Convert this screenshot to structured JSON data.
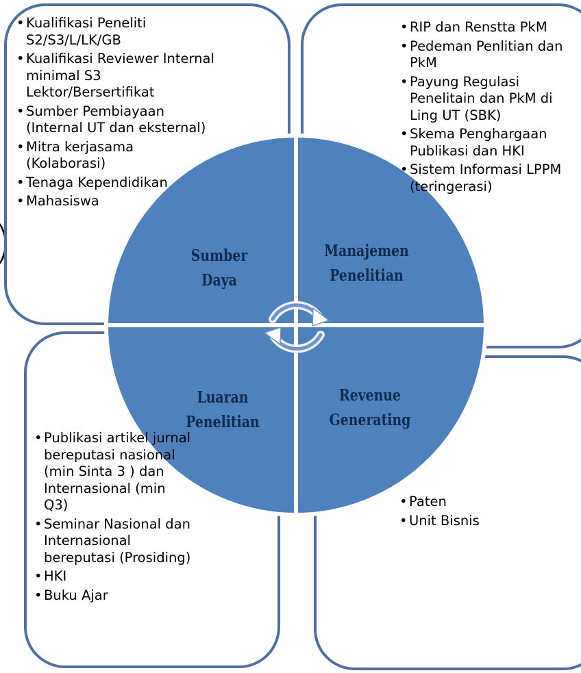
{
  "quadrants": {
    "sumber_daya": {
      "title_line1": "Sumber",
      "title_line2": "Daya",
      "items": [
        "Kualifikasi Peneliti S2/S3/L/LK/GB",
        "Kualifikasi Reviewer Internal minimal S3 Lektor/Bersertifikat",
        "Sumber Pembiayaan (Internal UT dan eksternal)",
        "Mitra kerjasama (Kolaborasi)",
        "Tenaga Kependidikan",
        "Mahasiswa"
      ]
    },
    "manajemen_penelitian": {
      "title_line1": "Manajemen",
      "title_line2": "Penelitian",
      "items": [
        "RIP dan Renstta PkM",
        "Pedeman Penlitian dan PkM",
        "Payung Regulasi Penelitain dan PkM di Ling UT (SBK)",
        "Skema Penghargaan Publikasi dan HKI",
        "Sistem Informasi LPPM (teringerasi)"
      ]
    },
    "luaran_penelitian": {
      "title_line1": "Luaran",
      "title_line2": "Penelitian",
      "items": [
        "Publikasi artikel jurnal bereputasi nasional (min Sinta 3 ) dan Internasional (min Q3)",
        "Seminar Nasional dan  Internasional bereputasi (Prosiding)",
        "HKI",
        "Buku Ajar"
      ]
    },
    "revenue_generating": {
      "title_line1": "Revenue",
      "title_line2": "Generating",
      "items": [
        "Paten",
        "Unit Bisnis"
      ]
    }
  },
  "colors": {
    "circle_fill": "#4f81bd",
    "box_border": "#4f6fa3",
    "label_text": "#0e2a4f",
    "arrow_fill": "#ffffff"
  },
  "center_icon": "cycle-arrows-icon"
}
